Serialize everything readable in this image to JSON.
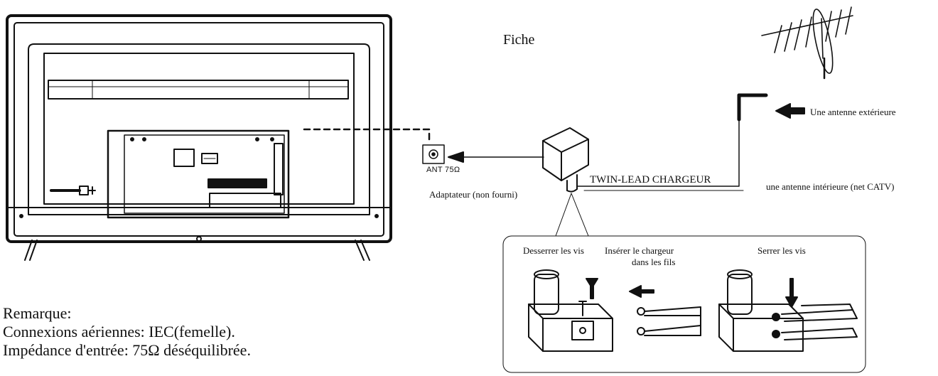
{
  "labels": {
    "fiche": "Fiche",
    "outdoor_antenna": "Une antenne extérieure",
    "indoor_antenna": "une antenne intérieure (net CATV)",
    "twin_lead": "TWIN-LEAD CHARGEUR",
    "ant_port": "ANT 75Ω",
    "adapter": "Adaptateur (non fourni)",
    "loosen_screws": "Desserrer les vis",
    "insert_line1": "Insérer le chargeur",
    "insert_line2": "dans les fils",
    "tighten_screws": "Serrer les vis"
  },
  "remark": {
    "title": "Remarque:",
    "line1": "Connexions aériennes: IEC(femelle).",
    "line2": "Impédance d'entrée: 75Ω déséquilibrée."
  }
}
